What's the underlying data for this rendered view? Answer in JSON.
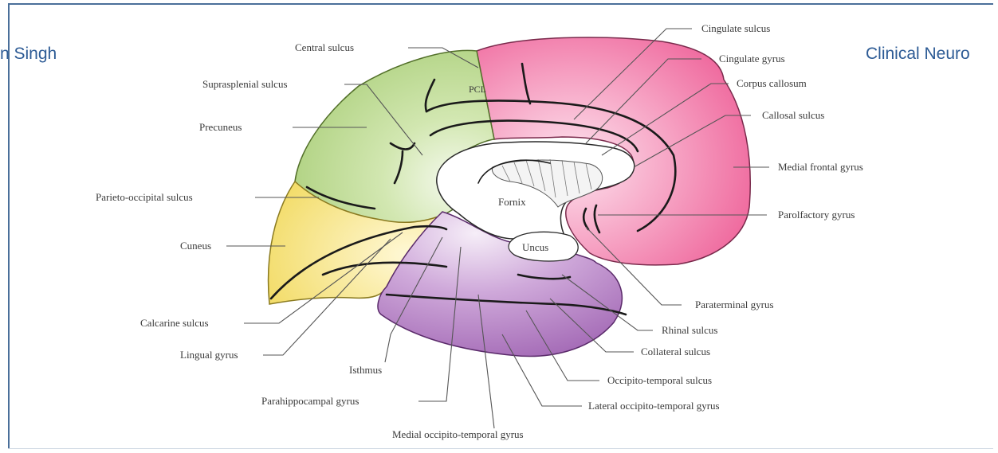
{
  "header": {
    "left_text": "n Singh",
    "right_text": "Clinical Neuro"
  },
  "colors": {
    "frontal_pink": "#f06a9e",
    "parietal_green": "#b9d88a",
    "occipital_yellow": "#f5e27a",
    "temporal_purple": "#b07cc0",
    "header_blue": "#2d5b95"
  },
  "labels": {
    "central_sulcus": "Central sulcus",
    "suprasplenial_sulcus": "Suprasplenial sulcus",
    "precuneus": "Precuneus",
    "parieto_occipital_sulcus": "Parieto-occipital sulcus",
    "cuneus": "Cuneus",
    "calcarine_sulcus": "Calcarine sulcus",
    "lingual_gyrus": "Lingual gyrus",
    "isthmus": "Isthmus",
    "parahippocampal_gyrus": "Parahippocampal gyrus",
    "medial_occipito_temporal_gyrus": "Medial occipito-temporal gyrus",
    "cingulate_sulcus": "Cingulate sulcus",
    "cingulate_gyrus": "Cingulate gyrus",
    "corpus_callosum": "Corpus callosum",
    "callosal_sulcus": "Callosal sulcus",
    "medial_frontal_gyrus": "Medial frontal gyrus",
    "parolfactory_gyrus": "Parolfactory gyrus",
    "paraterminal_gyrus": "Paraterminal gyrus",
    "rhinal_sulcus": "Rhinal sulcus",
    "collateral_sulcus": "Collateral sulcus",
    "occipito_temporal_sulcus": "Occipito-temporal sulcus",
    "lateral_occipito_temporal_gyrus": "Lateral occipito-temporal gyrus",
    "pcl": "PCL",
    "fornix": "Fornix",
    "uncus": "Uncus"
  }
}
